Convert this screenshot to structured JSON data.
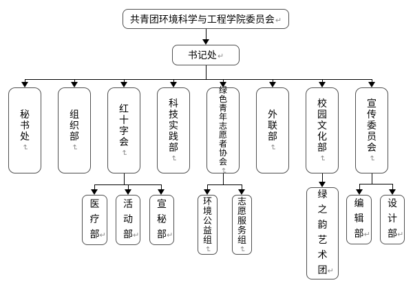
{
  "marks": {
    "return": "↵"
  },
  "colors": {
    "background": "#ffffff",
    "box_border": "#4d4d4d",
    "connector": "#000000",
    "text": "#000000",
    "paragraph_mark": "#8c8c8c"
  },
  "org": {
    "root": "共青团环境科学与工程学院委员会",
    "secretariat": "书记处",
    "departments": [
      "秘书处",
      "组织部",
      "红十字会",
      "科技实践部",
      "绿色青年志愿者协会",
      "外联部",
      "校园文化部",
      "宣传委员会"
    ],
    "red_cross_children": [
      "医疗部",
      "活动部",
      "宣秘部"
    ],
    "volunteer_children": [
      "环境公益组",
      "志愿服务组"
    ],
    "culture_children": [
      "绿之韵艺术团"
    ],
    "publicity_children": [
      "编辑部",
      "设计部"
    ]
  }
}
